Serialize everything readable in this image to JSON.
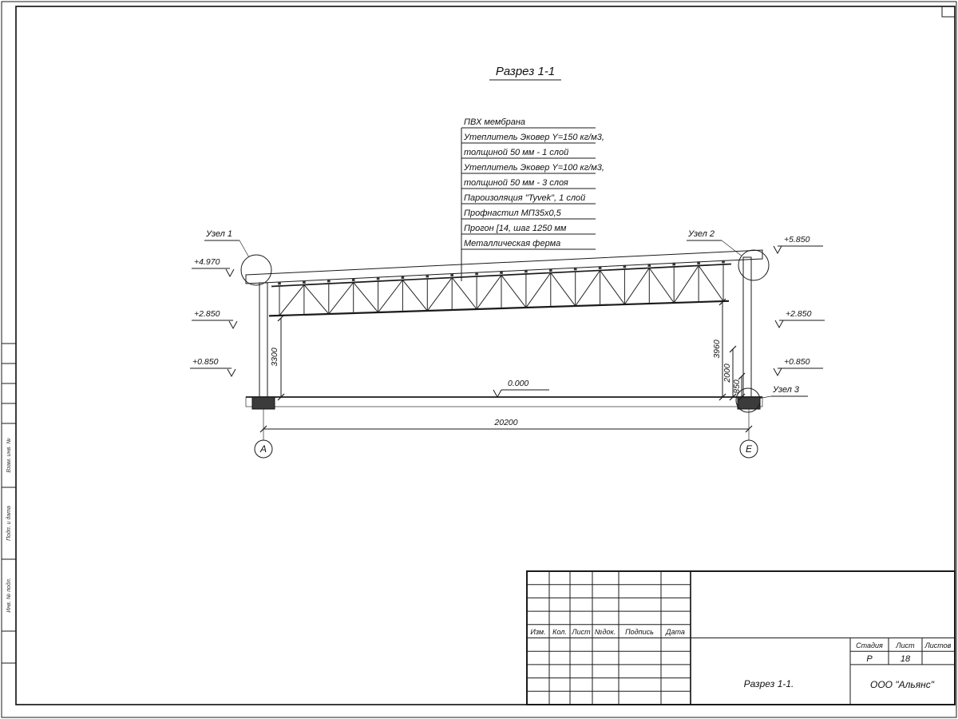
{
  "sheet": {
    "section_title": "Разрез 1-1"
  },
  "callout_lines": [
    "ПВХ мембрана",
    "Утеплитель Эковер Y=150 кг/м3,",
    "толщиной 50 мм - 1 слой",
    "Утеплитель Эковер Y=100 кг/м3,",
    "толщиной 50 мм - 3 слоя",
    "Пароизоляция \"Tyvek\", 1 слой",
    "Профнастил МП35х0,5",
    "Прогон [14, шаг 1250 мм",
    "Металлическая ферма"
  ],
  "levels": {
    "left_top": "+4.970",
    "left_mid": "+2.850",
    "left_low": "+0.850",
    "right_top": "+5.850",
    "right_mid": "+2.850",
    "right_low": "+0.850",
    "floor": "0.000"
  },
  "nodes": {
    "node1": "Узел 1",
    "node2": "Узел 2",
    "node3": "Узел 3"
  },
  "dims": {
    "span": "20200",
    "h_left": "3300",
    "h_right": "3960",
    "h_gate": "2000",
    "h_plinth": "850"
  },
  "axes": {
    "left": "А",
    "right": "Е"
  },
  "title_block": {
    "cols": [
      "Изм.",
      "Кол.",
      "Лист",
      "№док.",
      "Подпись",
      "Дата"
    ],
    "stage_label": "Стадия",
    "sheet_label": "Лист",
    "sheets_label": "Листов",
    "stage": "Р",
    "sheet_number": "18",
    "drawing_title": "Разрез 1-1.",
    "company": "ООО \"Альянс\""
  },
  "frame_labels": {
    "vzam": "Взам. инв. №",
    "podp": "Подп. и дата",
    "inv": "Инв. № подл."
  }
}
